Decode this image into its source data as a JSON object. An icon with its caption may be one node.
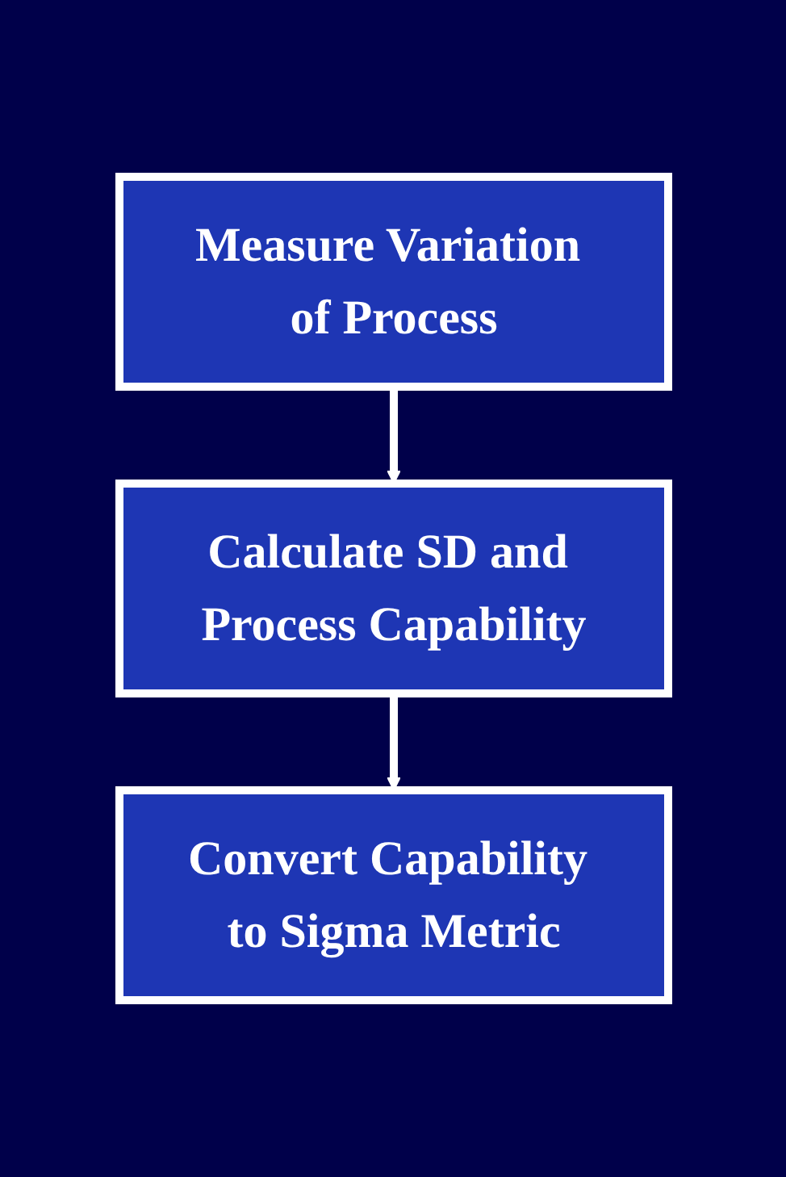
{
  "diagram": {
    "nodes": [
      {
        "text": [
          "Measure Variation of Process"
        ]
      },
      {
        "text": [
          "Calculate SD and Process Capability"
        ]
      },
      {
        "text": [
          "Convert Capability to Sigma Metric"
        ]
      }
    ],
    "edges": [
      {
        "from": 0,
        "to": 1,
        "arrow": "to"
      },
      {
        "from": 1,
        "to": 2,
        "arrow": "to"
      }
    ]
  }
}
